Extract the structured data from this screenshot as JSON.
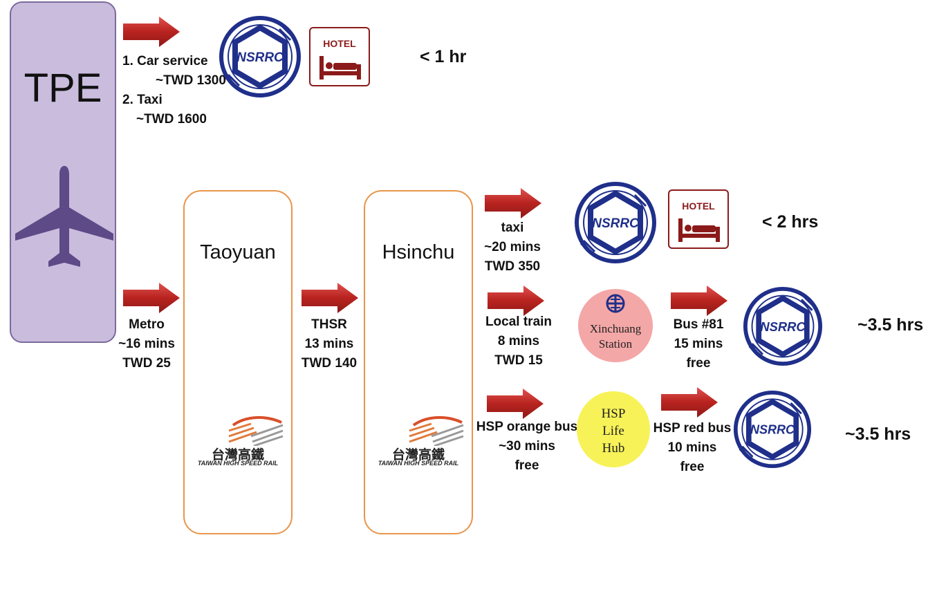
{
  "origin": {
    "label": "TPE",
    "icon": "airplane-icon"
  },
  "routes": {
    "direct": {
      "line1": "1. Car service",
      "line2": "~TWD 1300",
      "line3": "2. Taxi",
      "line4": "~TWD 1600",
      "time": "< 1 hr"
    },
    "metro": {
      "l1": "Metro",
      "l2": "~16 mins",
      "l3": "TWD 25"
    },
    "thsr": {
      "l1": "THSR",
      "l2": "13 mins",
      "l3": "TWD 140"
    },
    "taxi": {
      "l1": "taxi",
      "l2": "~20 mins",
      "l3": "TWD 350",
      "time": "< 2 hrs"
    },
    "local_train": {
      "l1": "Local train",
      "l2": "8 mins",
      "l3": "TWD 15"
    },
    "bus81": {
      "l1": "Bus #81",
      "l2": "15 mins",
      "l3": "free",
      "time": "~3.5 hrs"
    },
    "orange_bus": {
      "l1": "HSP orange bus",
      "l2": "~30 mins",
      "l3": "free"
    },
    "red_bus": {
      "l1": "HSP red bus",
      "l2": "10 mins",
      "l3": "free",
      "time": "~3.5 hrs"
    }
  },
  "stations": {
    "taoyuan": "Taoyuan",
    "hsinchu": "Hsinchu",
    "thsr_logo_zh": "台灣高鐵",
    "thsr_logo_en": "TAIWAN HIGH SPEED RAIL",
    "xinchuang_l1": "Xinchuang",
    "xinchuang_l2": "Station",
    "lifehub_l1": "HSP",
    "lifehub_l2": "Life",
    "lifehub_l3": "Hub"
  },
  "nsrrc_logo": "NSRRC",
  "hotel_label": "HOTEL",
  "colors": {
    "arrow": "#c0282a",
    "tpe_box": "#c9bcdd",
    "plane": "#5e4a86",
    "station_border": "#e8954a",
    "nsrrc_blue": "#1f2f8a",
    "hotel_red": "#8b1a1a",
    "xinchuang_bg": "#f4a7a7",
    "lifehub_bg": "#f7f257"
  }
}
